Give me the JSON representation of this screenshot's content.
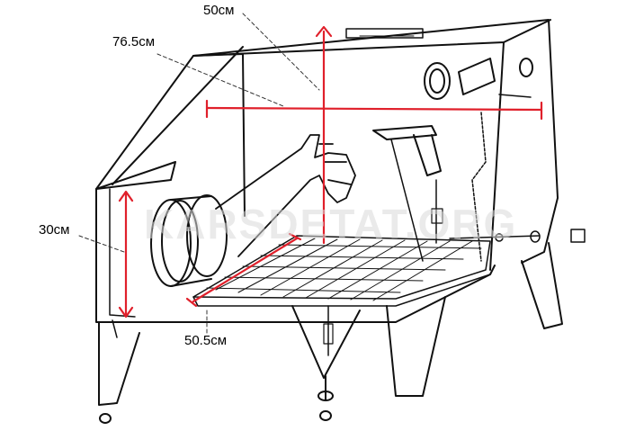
{
  "colors": {
    "line": "#111111",
    "dimension": "#e0202b",
    "watermark": "#d0d0d0",
    "background": "#ffffff"
  },
  "dimensions": {
    "top_depth": "50см",
    "width": "76.5см",
    "height": "30см",
    "depth": "50.5см"
  },
  "watermark": "KARSDETAT.ORG",
  "parts": [
    "cabinet",
    "glove",
    "spray-gun",
    "grate",
    "light",
    "legs",
    "hopper",
    "fittings"
  ]
}
